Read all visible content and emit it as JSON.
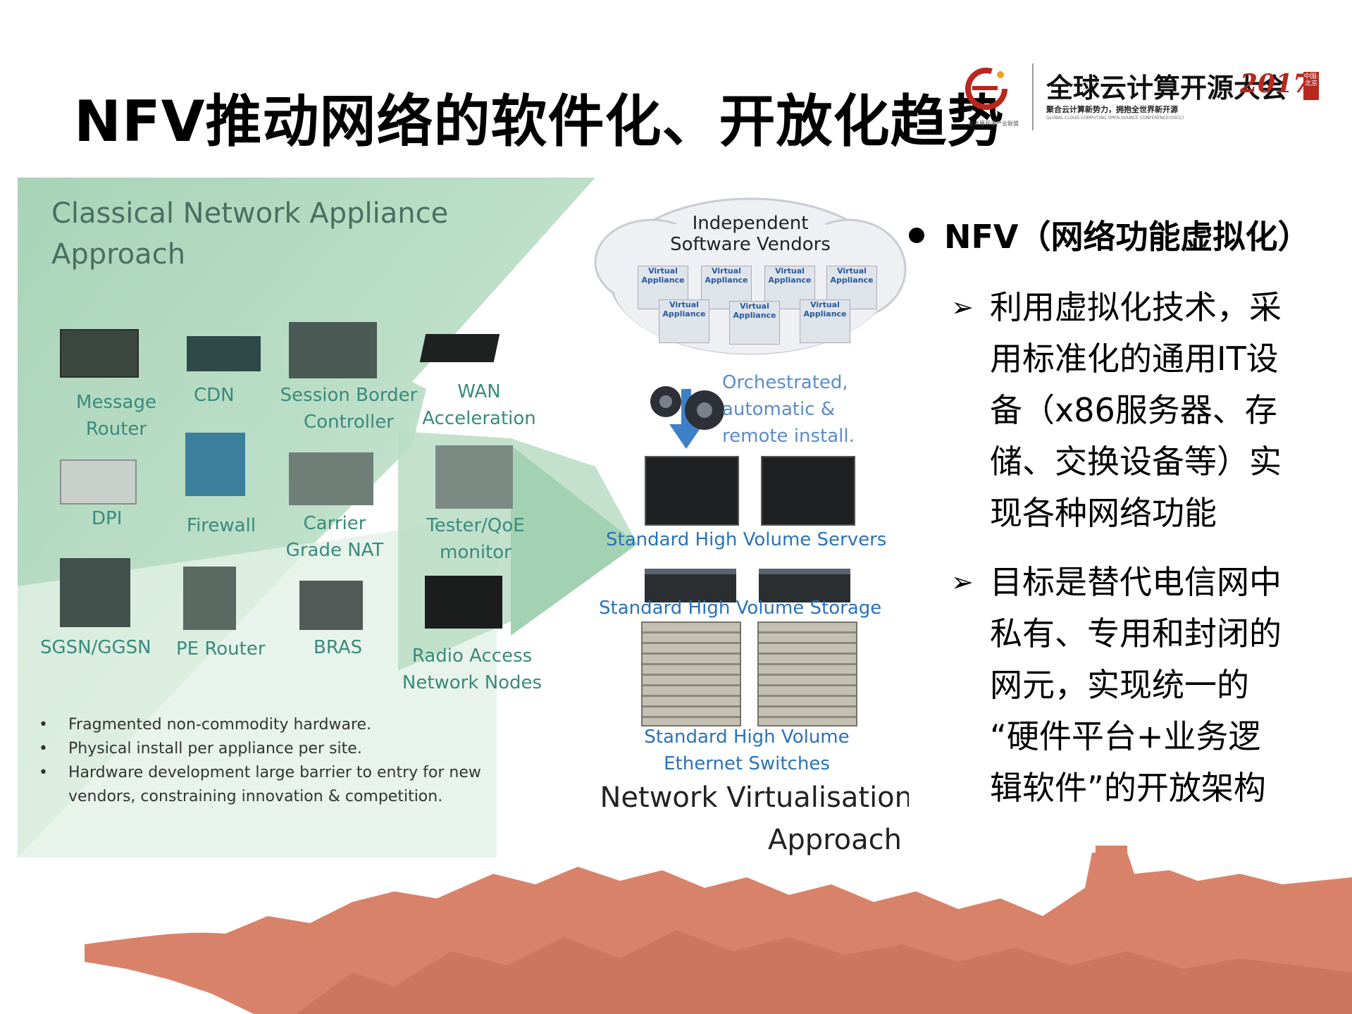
{
  "title": "NFV推动网络的软件化、开放化趋势",
  "logo": {
    "org_text": "云计算开源产业联盟",
    "conf_title": "全球云计算开源大会",
    "conf_year": "2017",
    "conf_badge": "中国·北京",
    "conf_sub": "聚合云计算新势力，拥抱全世界新开源",
    "conf_en": "GLOBAL CLOUD COMPUTING OPEN SOURCE CONFERENCE(OSCC)",
    "accent": "#b8281e"
  },
  "diagram": {
    "left_title_1": "Classical Network Appliance",
    "left_title_2": "Approach",
    "appliances": {
      "message_router": "Message Router",
      "cdn": "CDN",
      "session_border_controller": "Session Border Controller",
      "wan_acceleration": "WAN Acceleration",
      "dpi": "DPI",
      "firewall": "Firewall",
      "carrier_grade_nat": "Carrier Grade NAT",
      "tester_qoe": "Tester/QoE monitor",
      "sgsn_ggsn": "SGSN/GGSN",
      "pe_router": "PE Router",
      "bras": "BRAS",
      "radio_access": "Radio Access Network Nodes"
    },
    "bullets": [
      "Fragmented non-commodity hardware.",
      "Physical install per appliance per site.",
      "Hardware development large barrier to entry for new vendors, constraining innovation & competition."
    ],
    "cloud_title": "Independent Software Vendors",
    "virtual_appliance": "Virtual Appliance",
    "orchestrated": "Orchestrated, automatic & remote install.",
    "servers": "Standard High Volume Servers",
    "storage": "Standard High Volume Storage",
    "switches": "Standard High Volume Ethernet Switches",
    "right_title_1": "Network Virtualisation",
    "right_title_2": "Approach"
  },
  "bullets_main": {
    "heading": "NFV（网络功能虚拟化）",
    "sub1": [
      "利用虚拟化技术，采",
      "用标准化的通用IT设",
      "备（x86服务器、存",
      "储、交换设备等）实",
      "现各种网络功能"
    ],
    "sub2": [
      "目标是替代电信网中",
      "私有、专用和封闭的",
      "网元，实现统一的",
      "“硬件平台+业务逻",
      "辑软件”的开放架构"
    ]
  },
  "colors": {
    "green_panel": "#b8dcc4",
    "label_teal": "#3a8a7c",
    "label_blue": "#2a72b8",
    "mountain": "#d9826a"
  }
}
